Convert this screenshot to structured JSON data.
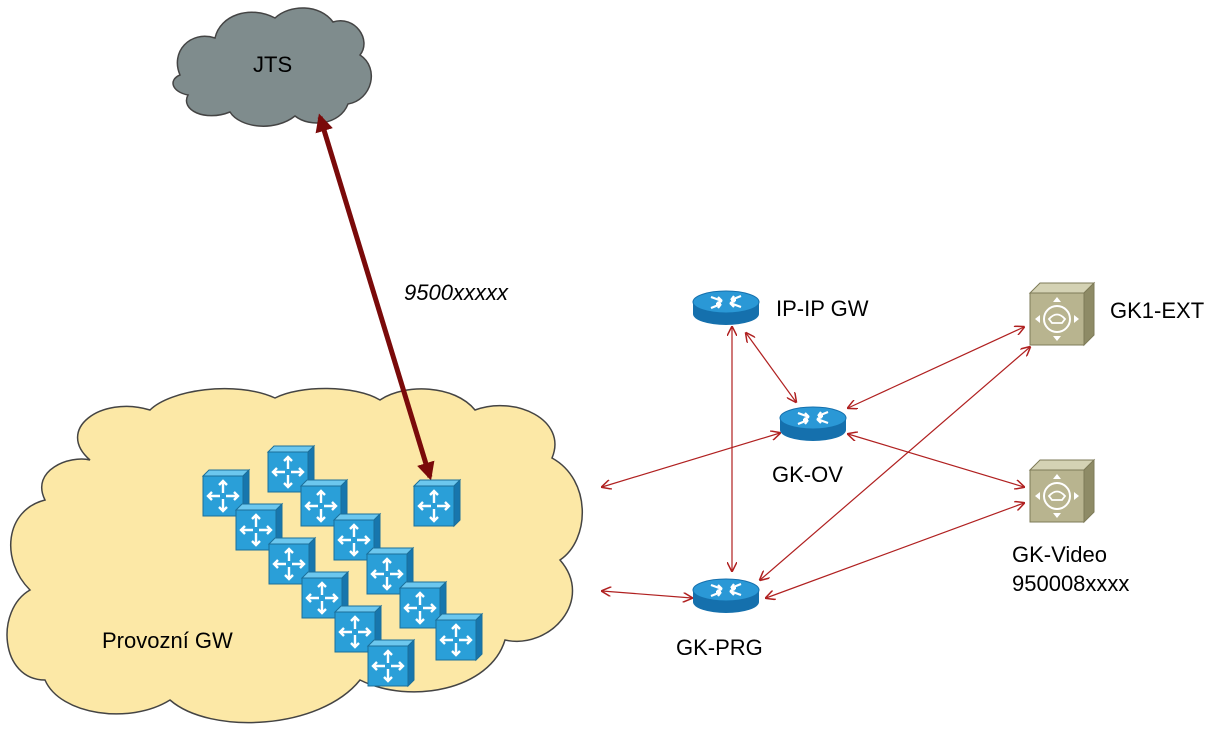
{
  "labels": {
    "jts": "JTS",
    "number": "9500xxxxx",
    "provozni": "Provozní GW",
    "ipip": "IP-IP GW",
    "gkov": "GK-OV",
    "gkprg": "GK-PRG",
    "gk1ext": "GK1-EXT",
    "gkvideo": "GK-Video",
    "gkvideo_number": "950008xxxx"
  },
  "colors": {
    "jts_cloud": "#7f8c8d",
    "provozni_cloud": "#fce8a6",
    "link_thick": "#7a0a0a",
    "link_thin": "#b02020",
    "router": "#1e8fcf",
    "switch": "#2a9fd8",
    "gatekeeper": "#b8b48f"
  },
  "icons": {
    "router": "router-icon",
    "switch": "multilayer-switch-icon",
    "gatekeeper": "gatekeeper-phone-icon",
    "cloud": "cloud-icon"
  }
}
